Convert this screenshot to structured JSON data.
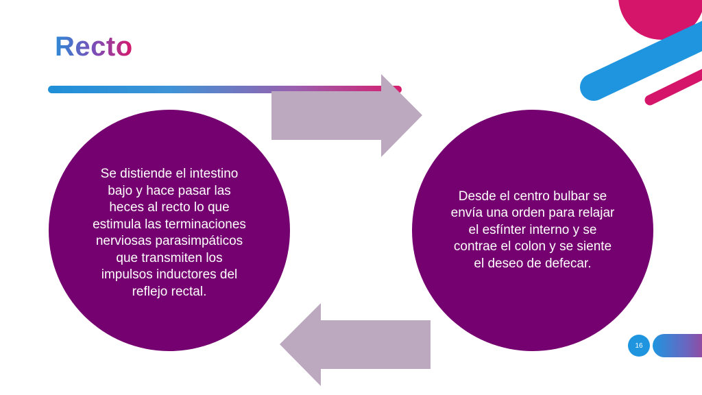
{
  "slide": {
    "title": "Recto",
    "left_circle_text": "Se distiende el intestino bajo y hace pasar las heces al recto lo que estimula las terminaciones nerviosas parasimpáticos que transmiten los impulsos inductores del reflejo rectal.",
    "right_circle_text": "Desde el centro bulbar se envía una orden para relajar el esfínter interno y se contrae el colon y se siente el deseo de defecar.",
    "page_number": "16"
  },
  "colors": {
    "circle_fill": "#75006f",
    "arrow_fill": "#bca8bf",
    "accent_blue": "#1f95df",
    "accent_pink": "#d7186a"
  },
  "icons": {
    "top_arrow": "arrow-right-icon",
    "bottom_arrow": "arrow-left-icon"
  }
}
